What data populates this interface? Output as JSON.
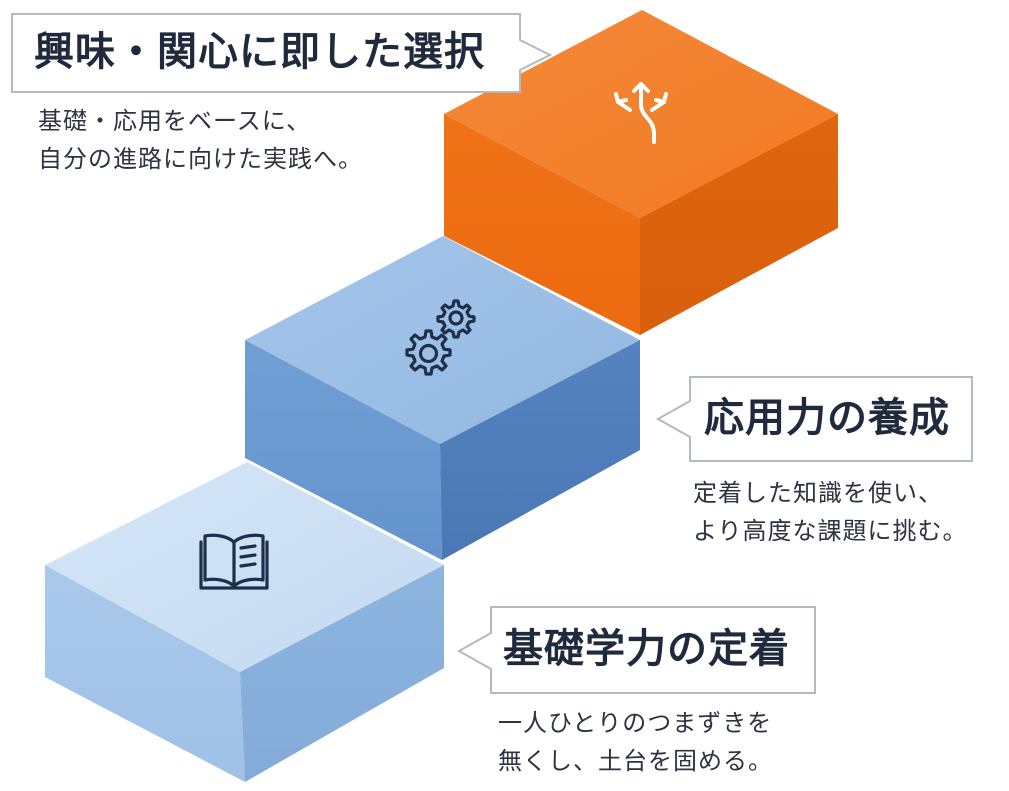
{
  "steps": [
    {
      "title": "興味・関心に即した選択",
      "description": [
        "基礎・応用をベースに、",
        "自分の進路に向けた実践へ。"
      ],
      "icon": "split-arrows-icon",
      "color": "#f07820"
    },
    {
      "title": "応用力の養成",
      "description": [
        "定着した知識を使い、",
        "より高度な課題に挑む。"
      ],
      "icon": "gears-icon",
      "color": "#6a9fd6"
    },
    {
      "title": "基礎学力の定着",
      "description": [
        "一人ひとりのつまずきを",
        "無くし、土台を固める。"
      ],
      "icon": "open-book-icon",
      "color": "#a8c8ec"
    }
  ]
}
